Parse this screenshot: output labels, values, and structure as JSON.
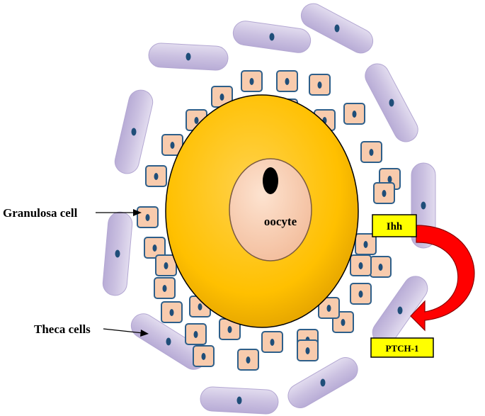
{
  "labels": {
    "granulosa": "Granulosa cell",
    "theca": "Theca cells",
    "oocyte": "oocyte",
    "ihh": "Ihh",
    "ptch": "PTCH-1"
  },
  "colors": {
    "theca_fill": "#cfc6e3",
    "theca_stroke": "#b3a7d2",
    "nucleus": "#1f4e79",
    "granulosa_fill": "#f8cbad",
    "granulosa_stroke": "#2e5f8a",
    "zona": "#ffc000",
    "ooplasm": "#f8cbad",
    "oocyte_nucleus": "#000000",
    "label_box": "#ffff00",
    "arrow": "#ff0000"
  },
  "icons": [
    "follicle-diagram",
    "signal-arrow"
  ]
}
